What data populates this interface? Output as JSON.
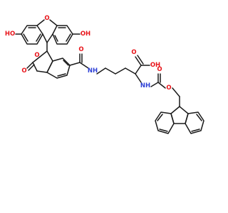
{
  "molecule": {
    "atom_labels": {
      "oh_left": "HO",
      "oh_right": "OH",
      "ring_o_top": "O",
      "lactone_o": "O",
      "lactone_carbonyl_o": "O",
      "amide_o": "O",
      "amide_nh": "NH",
      "acid_oh": "OH",
      "acid_carbonyl_o": "O",
      "carbamate_nh": "NH",
      "carbamate_carbonyl_o": "O",
      "carbamate_ester_o": "O"
    },
    "colors": {
      "bond": "#1a1a1a",
      "oxygen": "#e8141a",
      "nitrogen": "#2d3fd6",
      "carbon_hydrogen": "#1a1a1a"
    }
  }
}
